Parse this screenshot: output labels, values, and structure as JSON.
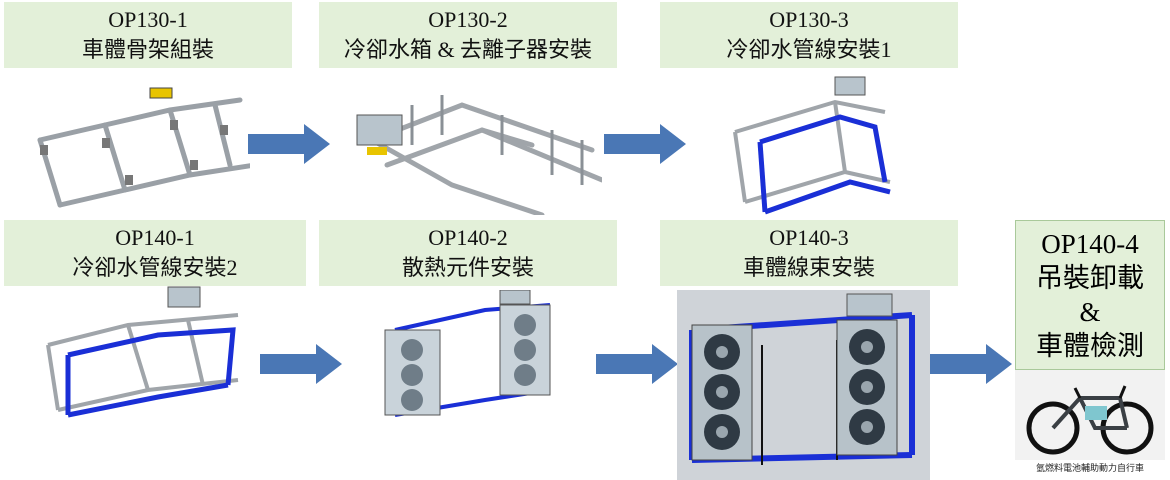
{
  "stations": [
    {
      "code": "OP130-1",
      "name": "車體骨架組裝"
    },
    {
      "code": "OP130-2",
      "name": "冷卻水箱 & 去離子器安裝"
    },
    {
      "code": "OP130-3",
      "name": "冷卻水管線安裝1"
    },
    {
      "code": "OP140-1",
      "name": "冷卻水管線安裝2"
    },
    {
      "code": "OP140-2",
      "name": "散熱元件安裝"
    },
    {
      "code": "OP140-3",
      "name": "車體線束安裝"
    }
  ],
  "final_station": {
    "code": "OP140-4",
    "line1": "吊裝卸載",
    "line2": "&",
    "line3": "車體檢測"
  },
  "bike_caption": "氫燃料電池輔助動力自行車",
  "colors": {
    "label_bg": "#e3f0d9",
    "arrow": "#4a77b5",
    "pipe_blue": "#1a2fd6",
    "frame_gray": "#9aa0a6"
  }
}
